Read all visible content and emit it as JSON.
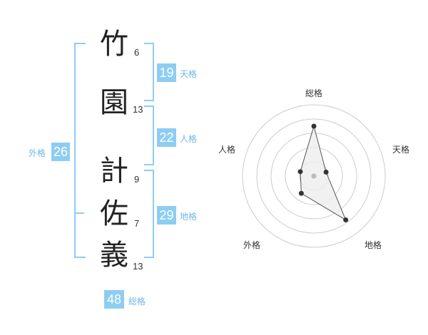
{
  "name": [
    {
      "char": "竹",
      "strokes": "6"
    },
    {
      "char": "園",
      "strokes": "13"
    },
    {
      "char": "計",
      "strokes": "9"
    },
    {
      "char": "佐",
      "strokes": "7"
    },
    {
      "char": "義",
      "strokes": "13"
    }
  ],
  "fortunes": {
    "tenkaku": {
      "value": "19",
      "label": "天格"
    },
    "jinkaku": {
      "value": "22",
      "label": "人格"
    },
    "chikaku": {
      "value": "29",
      "label": "地格"
    },
    "gaikaku": {
      "value": "26",
      "label": "外格"
    },
    "soukaku": {
      "value": "48",
      "label": "総格"
    }
  },
  "radar": {
    "labels": {
      "top": "総格",
      "right": "天格",
      "bottom_right": "地格",
      "bottom_left": "外格",
      "left": "人格"
    },
    "max": 5,
    "values": {
      "soukaku": 3.5,
      "tenkaku": 0.9,
      "chikaku": 3.8,
      "gaikaku": 1.5,
      "jinkaku": 1.0
    },
    "colors": {
      "ring": "#cccccc",
      "line": "#555555",
      "fill": "#eeeeee",
      "point": "#333333",
      "center": "#bbbbbb"
    }
  }
}
